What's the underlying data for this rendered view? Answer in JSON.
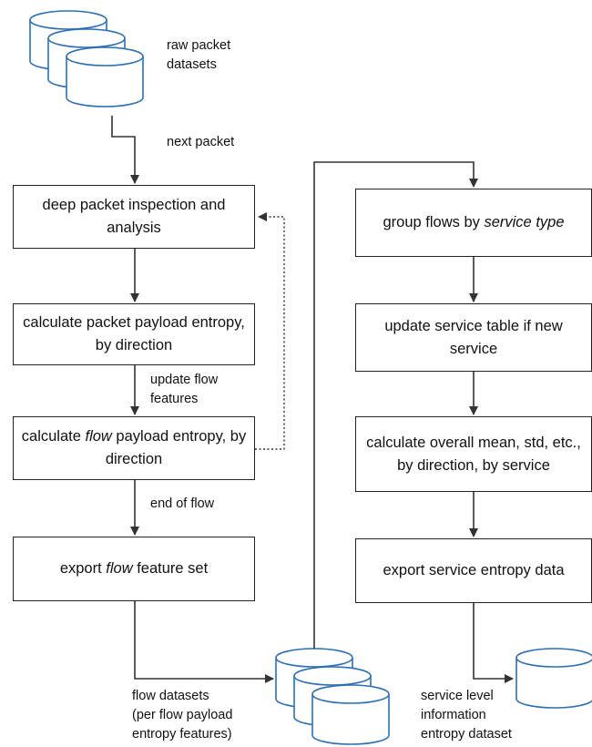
{
  "nodes": {
    "dpi": {
      "text": "deep packet inspection and analysis"
    },
    "packet_entropy": {
      "text": "calculate packet payload entropy, by direction"
    },
    "flow_entropy": {
      "pre": "calculate ",
      "em": "flow",
      "post": " payload entropy, by direction"
    },
    "export_flow": {
      "pre": "export ",
      "em": "flow",
      "post": " feature set"
    },
    "group_flows": {
      "pre": "group flows by ",
      "em": "service type",
      "post": ""
    },
    "update_service": {
      "text": "update service table if new service"
    },
    "overall_stats": {
      "text": "calculate overall mean, std, etc., by direction, by service"
    },
    "export_service": {
      "text": "export service entropy data"
    }
  },
  "labels": {
    "raw_datasets": [
      "raw packet",
      "datasets"
    ],
    "next_packet": "next packet",
    "update_flow_features": [
      "update flow",
      "features"
    ],
    "end_of_flow": "end of flow",
    "flow_datasets": [
      "flow datasets",
      "(per flow payload",
      "entropy features)"
    ],
    "service_dataset": [
      "service level",
      "information",
      "entropy dataset"
    ]
  },
  "icons": [
    "database-icon",
    "arrow-icon"
  ]
}
